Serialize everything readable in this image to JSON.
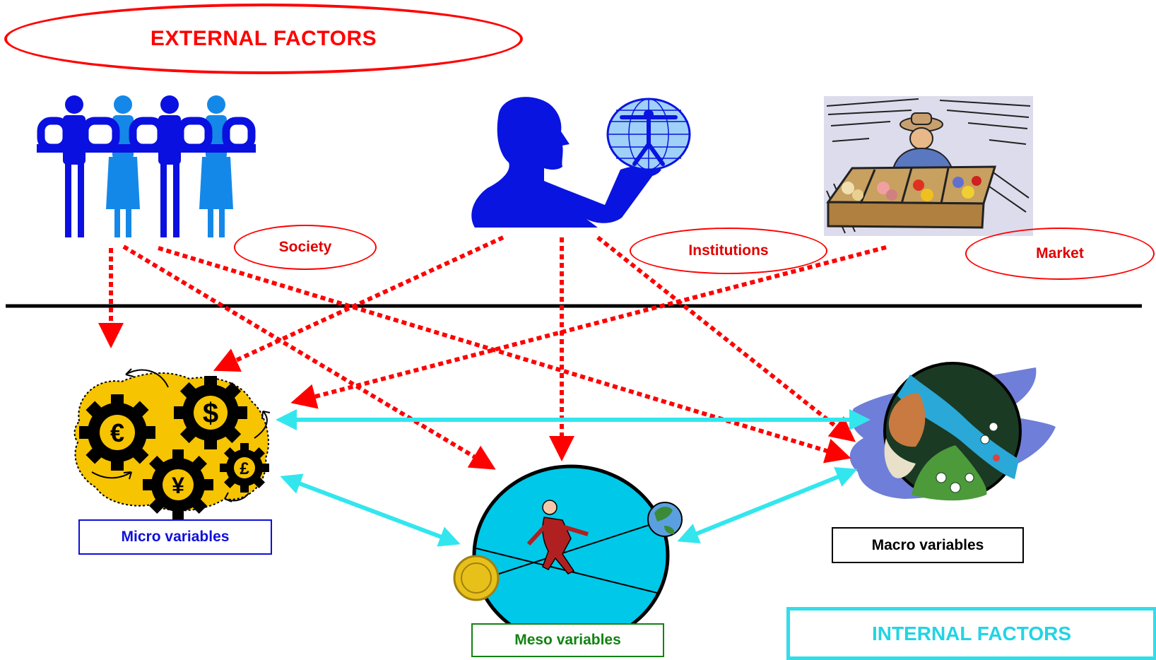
{
  "labels": {
    "external": "EXTERNAL FACTORS",
    "society": "Society",
    "institutions": "Institutions",
    "market": "Market",
    "micro": "Micro variables",
    "meso": "Meso variables",
    "macro": "Macro variables",
    "internal": "INTERNAL FACTORS"
  },
  "currency_symbols": [
    "€",
    "$",
    "¥",
    "£"
  ],
  "colors": {
    "external": "#ff0000",
    "influence_arrow": "#ff0000",
    "interaction_arrow": "#33e6ee",
    "micro": "#1010d8",
    "meso": "#128312",
    "macro": "#000000",
    "internal": "#33dde8",
    "society_figures": [
      "#0a10e0",
      "#1488e8"
    ],
    "institution_silhouette": "#0a14e0",
    "globe": "#9fd0f8",
    "meso_sphere": "#00c8e8",
    "coin": "#e8c01a",
    "gear": "#000000",
    "gear_blob": "#f6c400",
    "divider": "#000000"
  },
  "icons": [
    "society-people-icon",
    "institution-person-globe-icon",
    "market-vendor-icon",
    "currency-gears-icon",
    "tightrope-balance-icon",
    "economy-globe-icon"
  ]
}
